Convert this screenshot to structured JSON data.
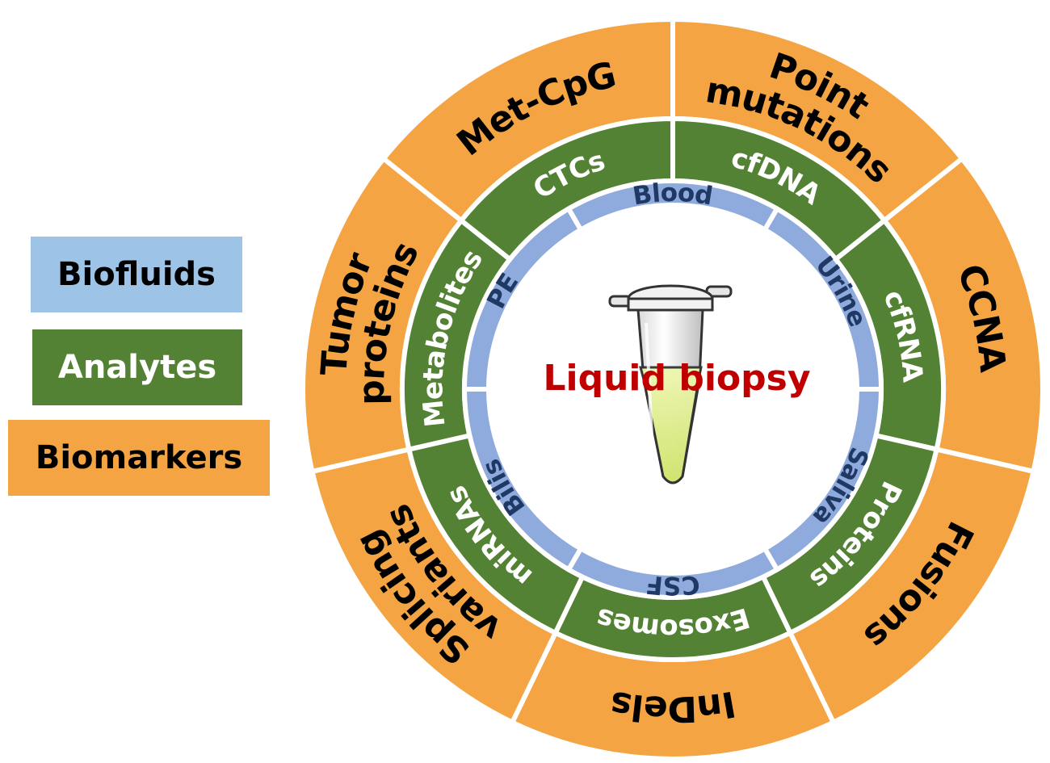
{
  "center": {
    "title": "Liquid biopsy"
  },
  "legend": [
    {
      "label": "Biofluids",
      "color": "#9dc3e6"
    },
    {
      "label": "Analytes",
      "color": "#548235"
    },
    {
      "label": "Biomarkers",
      "color": "#f4a443"
    }
  ],
  "rings": {
    "biofluids": {
      "color": "#8faadc",
      "text_color": "#1f3864",
      "items": [
        "Blood",
        "Urine",
        "Saliva",
        "CSF",
        "Bilis",
        "PE"
      ]
    },
    "analytes": {
      "color": "#548235",
      "text_color": "#ffffff",
      "items": [
        "cfDNA",
        "cfRNA",
        "Proteins",
        "Exosomes",
        "miRNAs",
        "Metabolites",
        "CTCs"
      ]
    },
    "biomarkers": {
      "color": "#f4a443",
      "text_color": "#000000",
      "items": [
        "Point mutations",
        "CCNA",
        "Fusions",
        "InDels",
        "Splicing variants",
        "Tumor proteins",
        "Met-CpG"
      ]
    }
  },
  "center_text_color": "#c00000"
}
